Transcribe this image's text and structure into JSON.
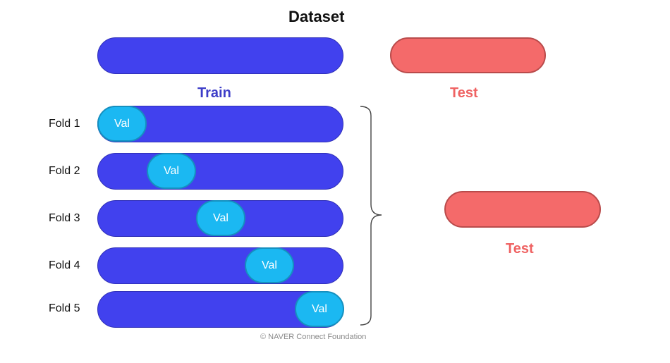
{
  "diagram": {
    "title": "Dataset",
    "train_label": "Train",
    "test_label_top": "Test",
    "test_label_right": "Test",
    "val_label": "Val",
    "credit": "© NAVER Connect Foundation",
    "folds": [
      {
        "label": "Fold 1",
        "val_position": 1
      },
      {
        "label": "Fold 2",
        "val_position": 2
      },
      {
        "label": "Fold 3",
        "val_position": 3
      },
      {
        "label": "Fold 4",
        "val_position": 4
      },
      {
        "label": "Fold 5",
        "val_position": 5
      }
    ],
    "colors": {
      "train": "#4141ee",
      "test": "#f46a6a",
      "val": "#1bb8f2"
    }
  }
}
